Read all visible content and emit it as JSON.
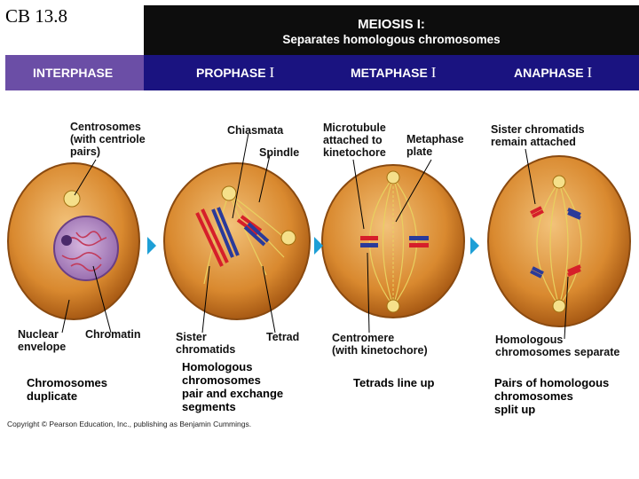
{
  "slide_title": "CB 13.8",
  "header": {
    "line1": "MEIOSIS I:",
    "line2": "Separates homologous chromosomes"
  },
  "phases": {
    "interphase": "INTERPHASE",
    "prophase": "PROPHASE",
    "metaphase": "METAPHASE",
    "anaphase": "ANAPHASE",
    "roman": "I"
  },
  "labels": {
    "centrosomes": "Centrosomes\n(with centriole\npairs)",
    "chiasmata": "Chiasmata",
    "spindle": "Spindle",
    "microtubule": "Microtubule\nattached to\nkinetochore",
    "metaphase_plate": "Metaphase\nplate",
    "sister_attached": "Sister chromatids\nremain attached",
    "nuclear_envelope": "Nuclear\nenvelope",
    "chromatin": "Chromatin",
    "sister_chromatids": "Sister\nchromatids",
    "tetrad": "Tetrad",
    "centromere": "Centromere\n(with kinetochore)",
    "homologous_separate": "Homologous\nchromosomes separate"
  },
  "captions": {
    "interphase": "Chromosomes\nduplicate",
    "prophase": "Homologous\nchromosomes\npair and exchange\nsegments",
    "metaphase": "Tetrads line up",
    "anaphase": "Pairs of homologous\nchromosomes\nsplit up"
  },
  "copyright": "Copyright © Pearson Education, Inc., publishing as Benjamin Cummings.",
  "colors": {
    "cell": "#d9892f",
    "nucleus": "#b58ac4",
    "maternal": "#d61f2a",
    "paternal": "#2a3a9a",
    "spindle": "#e8d060",
    "arrow": "#1e9fd6",
    "header": "#0d0d0d",
    "phase_bar": "#1a1380",
    "interphase_bar": "#6b4ea6"
  }
}
